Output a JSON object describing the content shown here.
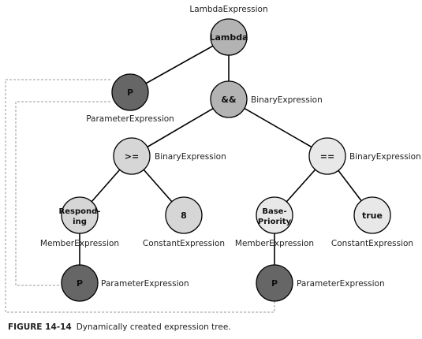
{
  "diagram": {
    "nodes": {
      "lambda": {
        "text": "Lambda",
        "type_label": "LambdaExpression"
      },
      "param_top": {
        "text": "P",
        "type_label": "ParameterExpression"
      },
      "and": {
        "text": "&&",
        "type_label": "BinaryExpression"
      },
      "gte": {
        "text": ">=",
        "type_label": "BinaryExpression"
      },
      "eq": {
        "text": "==",
        "type_label": "BinaryExpression"
      },
      "responding": {
        "text_line1": "Respond-",
        "text_line2": "ing",
        "type_label": "MemberExpression"
      },
      "const8": {
        "text": "8",
        "type_label": "ConstantExpression"
      },
      "basepriority": {
        "text_line1": "Base-",
        "text_line2": "Priority",
        "type_label": "MemberExpression"
      },
      "consttrue": {
        "text": "true",
        "type_label": "ConstantExpression"
      },
      "param_left": {
        "text": "P",
        "type_label": "ParameterExpression"
      },
      "param_right": {
        "text": "P",
        "type_label": "ParameterExpression"
      }
    },
    "colors": {
      "dark": "#666666",
      "medium": "#b3b3b3",
      "light": "#d6d6d6",
      "lighter": "#e8e8e8",
      "dashed": "#9a9a9a"
    }
  },
  "caption": {
    "figure": "FIGURE 14-14",
    "text": "Dynamically created expression tree."
  }
}
